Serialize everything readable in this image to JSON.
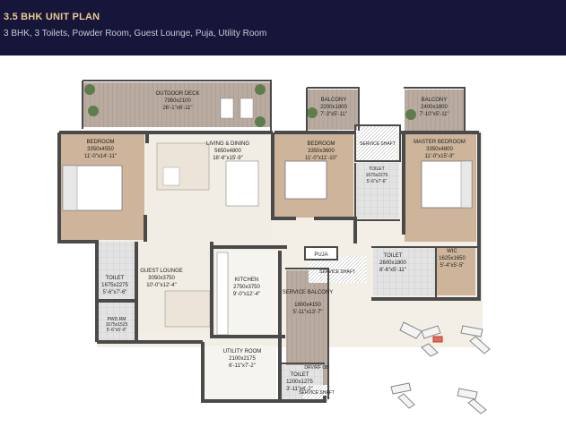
{
  "header": {
    "title": "3.5 BHK UNIT PLAN",
    "subtitle": "3 BHK, 3 Toilets, Powder Room, Guest Lounge, Puja, Utility Room"
  },
  "rooms": {
    "outdoor_deck": {
      "name": "OUTDOOR DECK",
      "dim_mm": "7950x2100",
      "dim_ft": "26'-1\"x6'-11\""
    },
    "balcony1": {
      "name": "BALCONY",
      "dim_mm": "2200x1800",
      "dim_ft": "7'-3\"x5'-11\""
    },
    "balcony2": {
      "name": "BALCONY",
      "dim_mm": "2400x1800",
      "dim_ft": "7'-10\"x5'-11\""
    },
    "bedroom1": {
      "name": "BEDROOM",
      "dim_mm": "3350x4550",
      "dim_ft": "11'-0\"x14'-11\""
    },
    "living": {
      "name": "LIVING & DINING",
      "dim_mm": "5650x4800",
      "dim_ft": "18'-6\"x15'-9\""
    },
    "bedroom2": {
      "name": "BEDROOM",
      "dim_mm": "3350x3600",
      "dim_ft": "11'-0\"x11'-10\""
    },
    "master": {
      "name": "MASTER BEDROOM",
      "dim_mm": "3350x4800",
      "dim_ft": "11'-0\"x15'-9\""
    },
    "toilet_b2": {
      "name": "TOILET",
      "dim_mm": "1675x2275",
      "dim_ft": "5'-6\"x7'-6\""
    },
    "service_shaft1": {
      "name": "SERVICE SHAFT"
    },
    "toilet_master": {
      "name": "TOILET",
      "dim_mm": "2600x1800",
      "dim_ft": "8'-6\"x5'-11\""
    },
    "wic": {
      "name": "WIC",
      "dim_mm": "1625x1650",
      "dim_ft": "5'-4\"x5'-5\""
    },
    "puja": {
      "name": "PUJA"
    },
    "service_shaft2": {
      "name": "SERVICE SHAFT"
    },
    "toilet_b1": {
      "name": "TOILET",
      "dim_mm": "1675x2275",
      "dim_ft": "5'-6\"x7'-6\""
    },
    "guest_lounge": {
      "name": "GUEST LOUNGE",
      "dim_mm": "3050x3750",
      "dim_ft": "10'-0\"x12'-4\""
    },
    "kitchen": {
      "name": "KITCHEN",
      "dim_mm": "2750x3750",
      "dim_ft": "9'-0\"x12'-4\""
    },
    "service_balcony": {
      "name": "SERVICE BALCONY",
      "dim_mm": "1800x4150",
      "dim_ft": "5'-11\"x13'-7\""
    },
    "pwdr": {
      "name": "PWD.RM",
      "dim_mm": "1675x1525",
      "dim_ft": "5'-6\"x5'-0\""
    },
    "utility": {
      "name": "UTILITY ROOM",
      "dim_mm": "2100x2175",
      "dim_ft": "6'-11\"x7'-2\""
    },
    "toilet_util": {
      "name": "TOILET",
      "dim_mm": "1200x1275",
      "dim_ft": "3'-11\"x4'-2\""
    },
    "service_shaft3": {
      "name": "SERVICE SHAFT"
    },
    "drv_ob": {
      "name": "DRV/RF OB"
    }
  },
  "colors": {
    "header_bg": "#16163a",
    "header_title": "#e9c98a",
    "wall": "#4a4a4a",
    "bedroom_floor": "#cdb49a",
    "deck_floor": "#b8a99c",
    "living_floor": "#f1ede4",
    "toilet_floor": "#d8d8d8",
    "tree": "#5f7d4c"
  }
}
